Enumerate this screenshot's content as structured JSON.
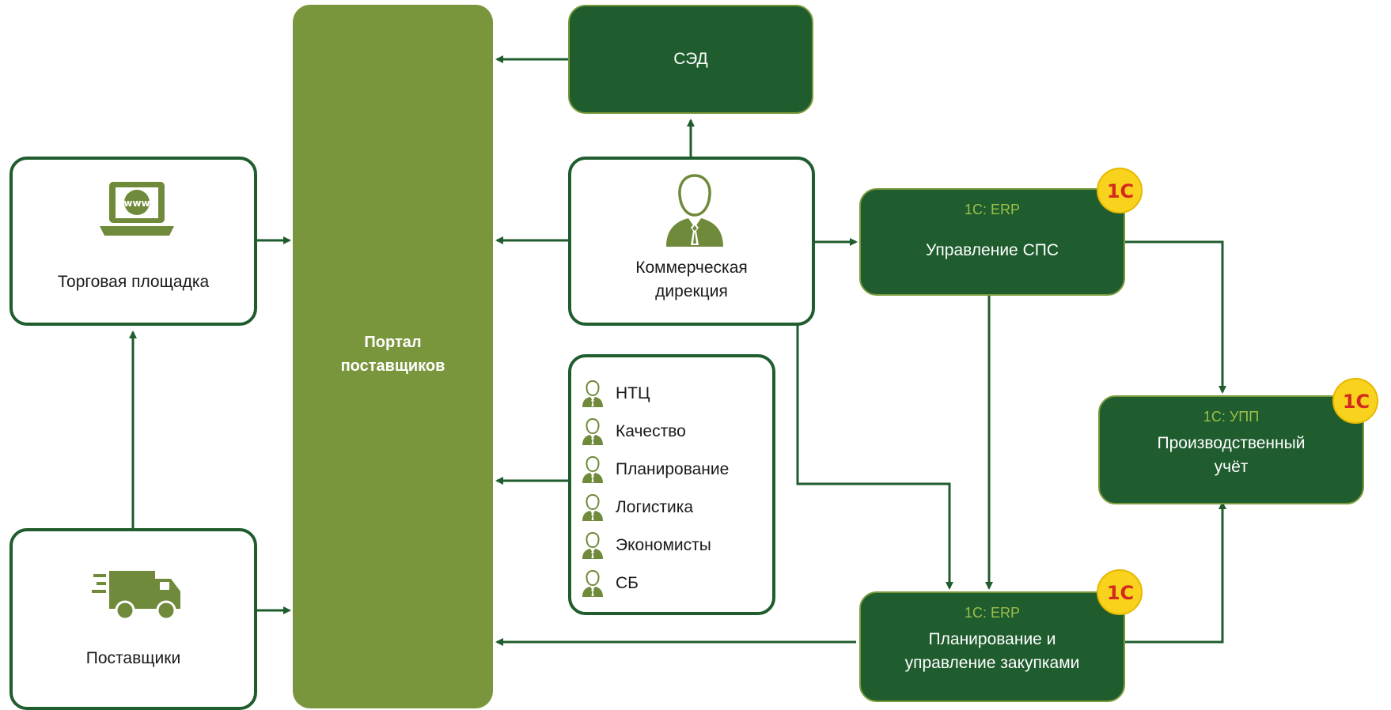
{
  "nodes": {
    "trading_platform": {
      "label": "Торговая площадка",
      "icon": "laptop-www-icon"
    },
    "suppliers": {
      "label": "Поставщики",
      "icon": "delivery-truck-icon"
    },
    "portal": {
      "label": "Портал поставщиков"
    },
    "sed": {
      "label": "СЭД"
    },
    "commercial": {
      "label": "Коммерческая дирекция",
      "icon": "businessman-icon"
    },
    "erp_sps": {
      "system": "1С: ERP",
      "label": "Управление СПС"
    },
    "upp": {
      "system": "1С: УПП",
      "label": "Производственный учёт"
    },
    "erp_purchase": {
      "system": "1С: ERP",
      "label": "Планирование и управление закупками"
    }
  },
  "departments": [
    "НТЦ",
    "Качество",
    "Планирование",
    "Логистика",
    "Экономисты",
    "СБ"
  ],
  "badge_text": "1С",
  "colors": {
    "dark_green": "#1f5c2e",
    "olive_green": "#7a963c",
    "badge_yellow": "#f8d21c",
    "badge_red": "#d42a1e",
    "subtitle_green": "#9bc04a"
  }
}
